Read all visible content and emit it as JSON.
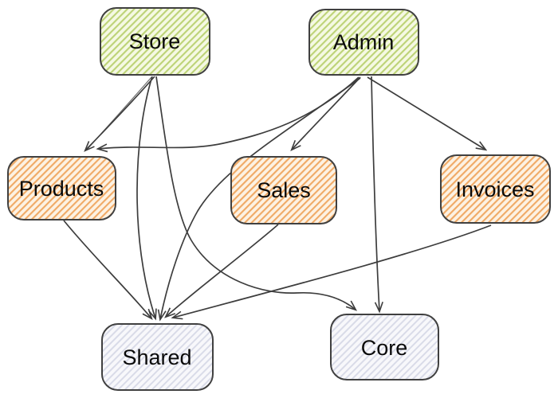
{
  "diagram": {
    "type": "dependency-graph",
    "nodes": [
      {
        "id": "store",
        "label": "Store",
        "category": "green"
      },
      {
        "id": "admin",
        "label": "Admin",
        "category": "green"
      },
      {
        "id": "products",
        "label": "Products",
        "category": "orange"
      },
      {
        "id": "sales",
        "label": "Sales",
        "category": "orange"
      },
      {
        "id": "invoices",
        "label": "Invoices",
        "category": "orange"
      },
      {
        "id": "shared",
        "label": "Shared",
        "category": "gray"
      },
      {
        "id": "core",
        "label": "Core",
        "category": "gray"
      }
    ],
    "edges": [
      {
        "from": "Store",
        "to": "Products"
      },
      {
        "from": "Store",
        "to": "Shared"
      },
      {
        "from": "Store",
        "to": "Core"
      },
      {
        "from": "Admin",
        "to": "Products"
      },
      {
        "from": "Admin",
        "to": "Sales"
      },
      {
        "from": "Admin",
        "to": "Invoices"
      },
      {
        "from": "Admin",
        "to": "Shared"
      },
      {
        "from": "Admin",
        "to": "Core"
      },
      {
        "from": "Products",
        "to": "Shared"
      },
      {
        "from": "Sales",
        "to": "Shared"
      },
      {
        "from": "Invoices",
        "to": "Shared"
      }
    ],
    "colors": {
      "background": "#ffffff",
      "node_border": "#404040",
      "edge": "#3d3d3d",
      "label_text": "#0a0a0a",
      "green_fill": "#f5f9e3",
      "green_stripe": "#bdd377",
      "orange_fill": "#fdf2e3",
      "orange_stripe": "#f0aa66",
      "gray_fill": "#f8f8fb",
      "gray_stripe": "#d9dbe8"
    }
  }
}
